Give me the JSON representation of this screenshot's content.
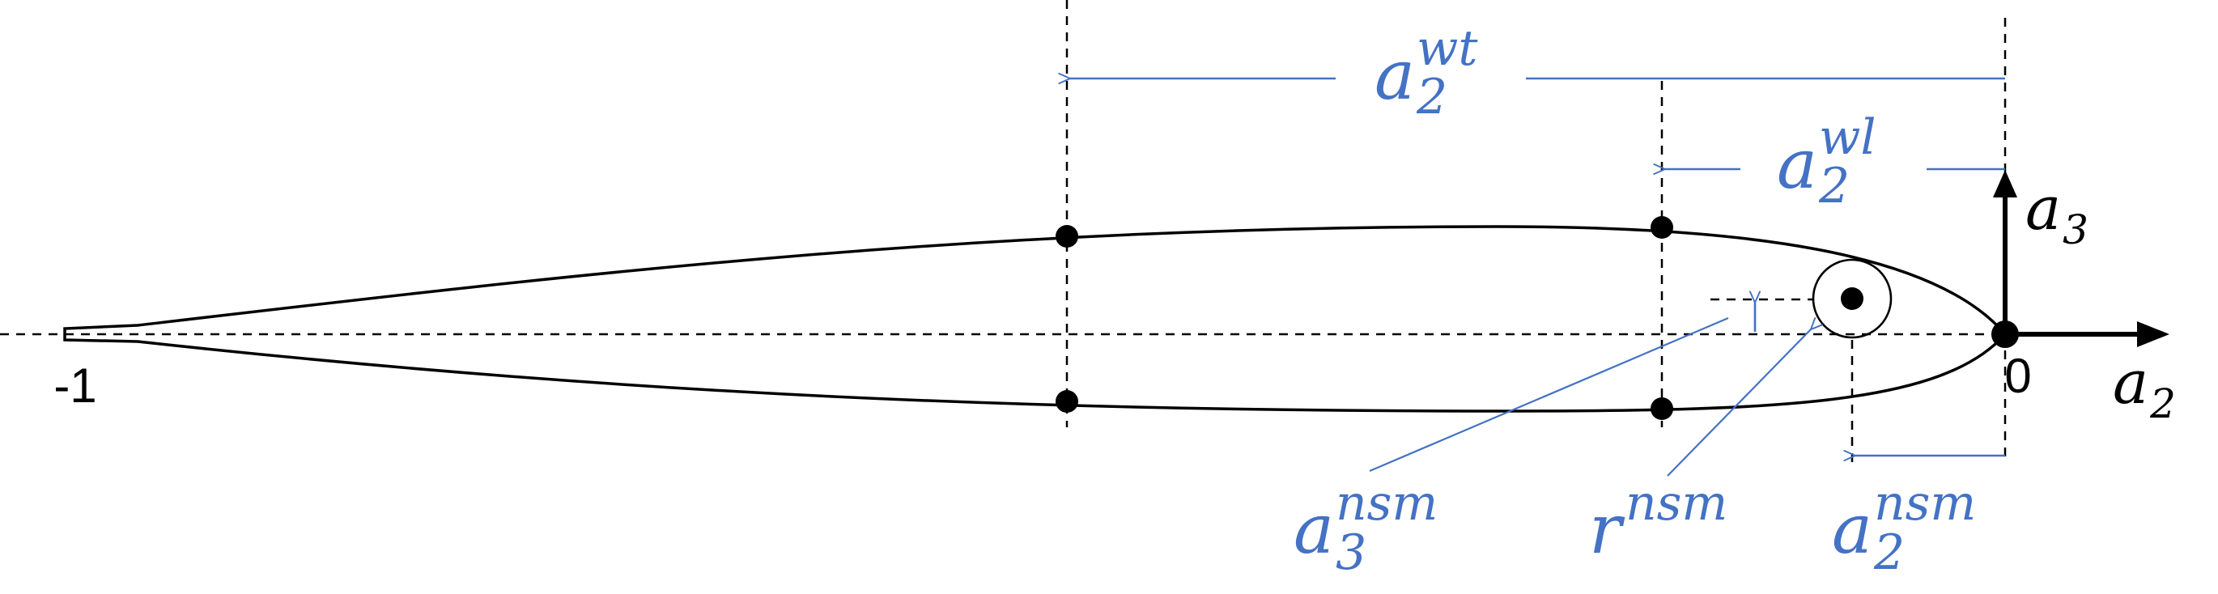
{
  "colors": {
    "dimension": "#4472C4",
    "outline": "#000000",
    "background": "#FFFFFF"
  },
  "labels": {
    "chord_start": "-1",
    "origin": "0",
    "axis_horizontal": {
      "base": "a",
      "sub": "2"
    },
    "axis_vertical": {
      "base": "a",
      "sub": "3"
    },
    "web_trailing": {
      "base": "a",
      "sub": "2",
      "sup": "wt"
    },
    "web_leading": {
      "base": "a",
      "sub": "2",
      "sup": "wl"
    },
    "nsm_vertical": {
      "base": "a",
      "sub": "3",
      "sup": "nsm"
    },
    "nsm_radius": {
      "base": "r",
      "sup": "nsm"
    },
    "nsm_horizontal": {
      "base": "a",
      "sub": "2",
      "sup": "nsm"
    }
  }
}
